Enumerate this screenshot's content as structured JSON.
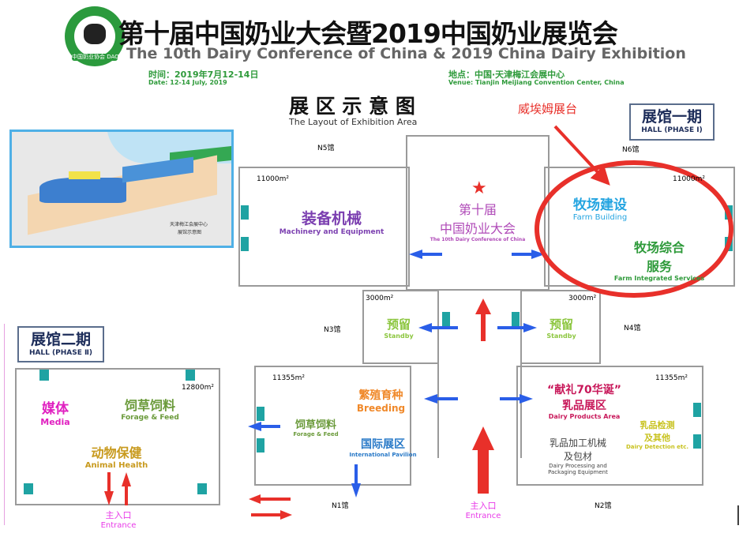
{
  "header": {
    "logo_text": "中国奶业协会 DAC",
    "title_cn": "第十届中国奶业大会暨2019中国奶业展览会",
    "title_en": "The 10th Dairy Conference of China & 2019 China Dairy Exhibition",
    "date_cn": "时间：2019年7月12-14日",
    "date_en": "Date: 12-14 July, 2019",
    "venue_cn": "地点：中国·天津梅江会展中心",
    "venue_en": "Venue: Tianjin Meijiang Convention Center, China"
  },
  "layout_title": {
    "cn": "展 区 示 意 图",
    "en": "The Layout of Exhibition Area"
  },
  "annotation": {
    "label": "威埃姆展台",
    "color": "#e8302a"
  },
  "phase1": {
    "cn": "展馆一期",
    "en": "HALL (PHASE Ⅰ)"
  },
  "phase2": {
    "cn": "展馆二期",
    "en": "HALL (PHASE Ⅱ)"
  },
  "minimap": {
    "caption_line1": "天津梅江会展中心",
    "caption_line2": "展馆示意图"
  },
  "halls": {
    "n5": {
      "name": "N5馆",
      "area": "11000m²",
      "cn": "装备机械",
      "en": "Machinery and Equipment"
    },
    "n6": {
      "name": "N6馆",
      "area": "11000m²",
      "zone1_cn": "牧场建设",
      "zone1_en": "Farm Building",
      "zone2_cn1": "牧场综合",
      "zone2_cn2": "服务",
      "zone2_en": "Farm Integrated Services"
    },
    "center": {
      "cn1": "第十届",
      "cn2": "中国奶业大会",
      "en": "The 10th Dairy Conference of China"
    },
    "n3": {
      "name": "N3馆",
      "area": "3000m²",
      "cn": "预留",
      "en": "Standby"
    },
    "n4": {
      "name": "N4馆",
      "area": "3000m²",
      "cn": "预留",
      "en": "Standby"
    },
    "n1": {
      "name": "N1馆",
      "area": "11355m²",
      "breeding_cn": "繁殖育种",
      "breeding_en": "Breeding",
      "forage_cn": "饲草饲料",
      "forage_en": "Forage & Feed",
      "intl_cn": "国际展区",
      "intl_en": "International Pavilion"
    },
    "n2": {
      "name": "N2馆",
      "area": "11355m²",
      "dairy_cn1": "“献礼70华诞”",
      "dairy_cn2": "乳品展区",
      "dairy_en": "Dairy Products Area",
      "proc_cn1": "乳品加工机械",
      "proc_cn2": "及包材",
      "proc_en1": "Dairy Processing and",
      "proc_en2": "Packaging Equipment",
      "detect_cn1": "乳品检测",
      "detect_cn2": "及其他",
      "detect_en": "Dairy Detection etc."
    },
    "phase2hall": {
      "area": "12800m²",
      "media_cn": "媒体",
      "media_en": "Media",
      "forage_cn": "饲草饲料",
      "forage_en": "Forage & Feed",
      "health_cn": "动物保健",
      "health_en": "Animal Health"
    }
  },
  "entrance": {
    "cn": "主入口",
    "en": "Entrance"
  },
  "entrance2": {
    "cn": "主入口",
    "en": "Entrance"
  }
}
